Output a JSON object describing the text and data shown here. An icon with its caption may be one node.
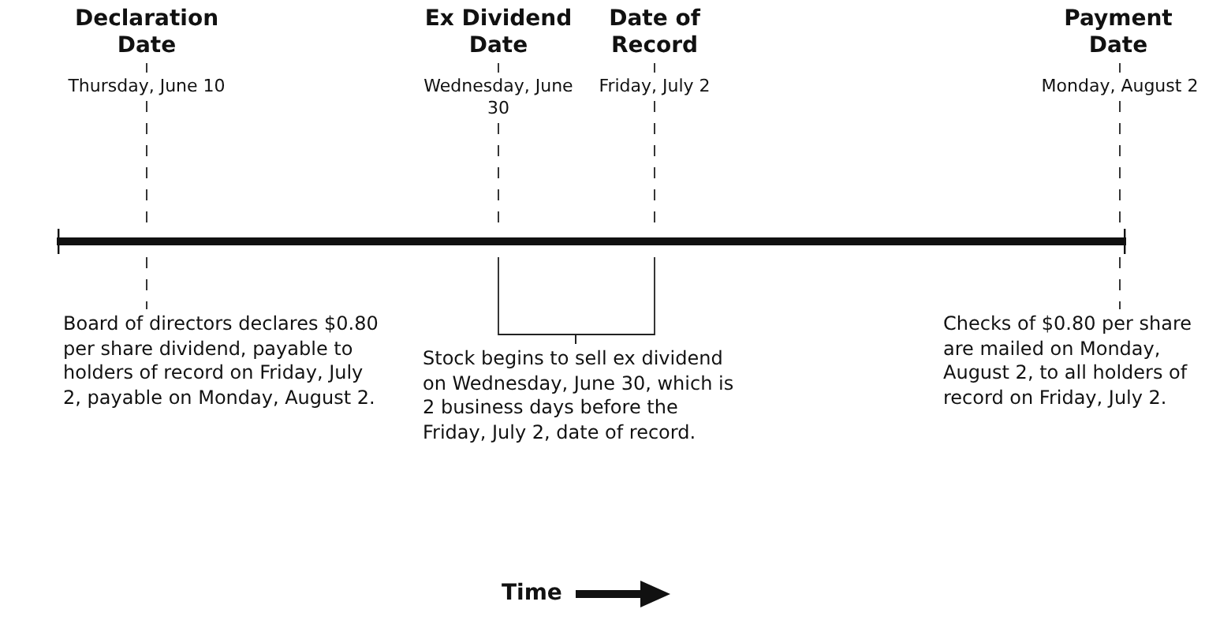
{
  "diagram": {
    "nodes": [
      {
        "text": [
          "Declaration Date"
        ]
      },
      {
        "text": [
          "Thursday, June 10"
        ]
      },
      {
        "text": [
          "Ex Dividend Date"
        ]
      },
      {
        "text": [
          "Wednesday, June 30"
        ]
      },
      {
        "text": [
          "Date of Record"
        ]
      },
      {
        "text": [
          "Friday, July 2"
        ]
      },
      {
        "text": [
          "Payment Date"
        ]
      },
      {
        "text": [
          "Monday, August 2"
        ]
      },
      {
        "text": [],
        "shape": "bar"
      },
      {
        "text": [
          "Board of directors declares $0.80 per share dividend, payable to holders of record on Friday, July 2, payable on Monday, August 2."
        ]
      },
      {
        "text": [
          "Stock begins to sell ex dividend on Wednesday, June 30, which is 2 business days before the Friday, July 2, date of record."
        ]
      },
      {
        "text": [
          "Checks of $0.80 per share are mailed on Monday, August 2, to all holders of record on Friday, July 2."
        ]
      }
    ],
    "edges": [
      {
        "from": 0,
        "to": 1,
        "arrow": "none",
        "style": "dashed"
      },
      {
        "from": 1,
        "to": 8,
        "arrow": "none",
        "style": "dashed"
      },
      {
        "from": 8,
        "to": 9,
        "arrow": "none",
        "style": "dashed"
      },
      {
        "from": 2,
        "to": 3,
        "arrow": "none",
        "style": "dashed"
      },
      {
        "from": 3,
        "to": 8,
        "arrow": "none",
        "style": "dashed"
      },
      {
        "from": 8,
        "to": 10,
        "arrow": "none"
      },
      {
        "from": 4,
        "to": 5,
        "arrow": "none",
        "style": "dashed"
      },
      {
        "from": 5,
        "to": 8,
        "arrow": "none",
        "style": "dashed"
      },
      {
        "from": 8,
        "to": 10,
        "arrow": "none"
      },
      {
        "from": 6,
        "to": 7,
        "arrow": "none",
        "style": "dashed"
      },
      {
        "from": 7,
        "to": 8,
        "arrow": "none",
        "style": "dashed"
      },
      {
        "from": 8,
        "to": 11,
        "arrow": "none",
        "style": "dashed"
      }
    ],
    "labels": [
      "Time"
    ]
  }
}
